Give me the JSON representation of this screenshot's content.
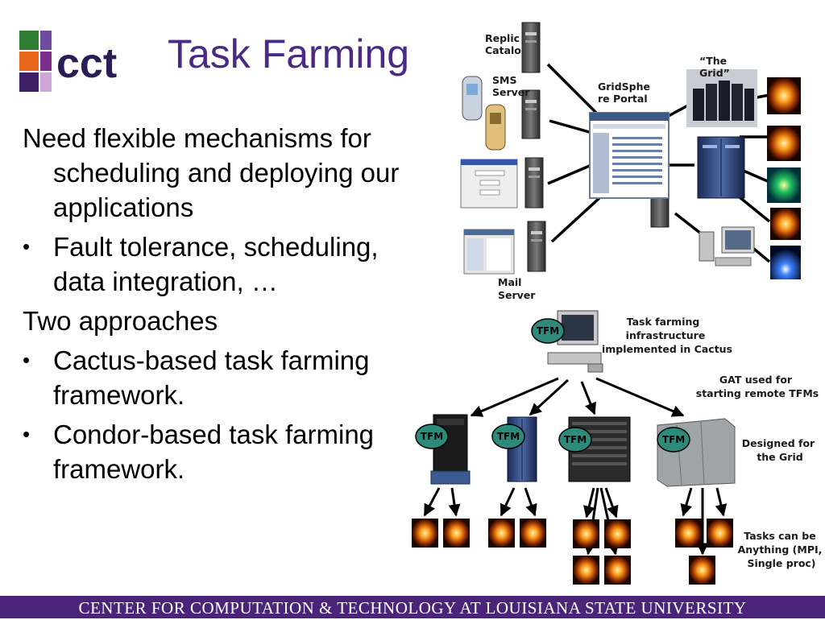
{
  "slide": {
    "title": "Task Farming",
    "bullets": [
      {
        "level": 1,
        "text": "Need flexible mechanisms for scheduling and deploying our applications"
      },
      {
        "level": 2,
        "text": "Fault tolerance, scheduling, data integration, …"
      },
      {
        "level": 1,
        "text": "Two approaches"
      },
      {
        "level": 2,
        "text": "Cactus-based task farming framework."
      },
      {
        "level": 2,
        "text": "Condor-based task farming framework."
      }
    ],
    "footer": "CENTER FOR COMPUTATION & TECHNOLOGY AT LOUISIANA STATE UNIVERSITY"
  },
  "logo": {
    "text": "cct",
    "squares": [
      "#2e7d32",
      "#6d4c9f",
      "#e8671a",
      "#7a2d8c",
      "#3d1f66",
      "#cfa6d9"
    ]
  },
  "colors": {
    "title": "#4b2a86",
    "footer_bg": "#4a2478",
    "tfm_badge": "#2e8b7c"
  },
  "diagram": {
    "top_labels": {
      "replica": [
        "Replic",
        "Catalo"
      ],
      "sms": [
        "SMS",
        "Server"
      ],
      "gridsphere": [
        "GridSphe",
        "re Portal"
      ],
      "the_grid": [
        "“The",
        "Grid”"
      ],
      "mail": [
        "Mail",
        "Server"
      ]
    },
    "bottom_labels": {
      "infrastructure": [
        "Task farming",
        "infrastructure",
        "implemented in Cactus"
      ],
      "gat": [
        "GAT used for",
        "starting remote TFMs"
      ],
      "designed": [
        "Designed for",
        "the Grid"
      ],
      "tasks": [
        "Tasks can be",
        "Anything (MPI,",
        "Single proc)"
      ]
    },
    "tfm_label": "TFM"
  }
}
